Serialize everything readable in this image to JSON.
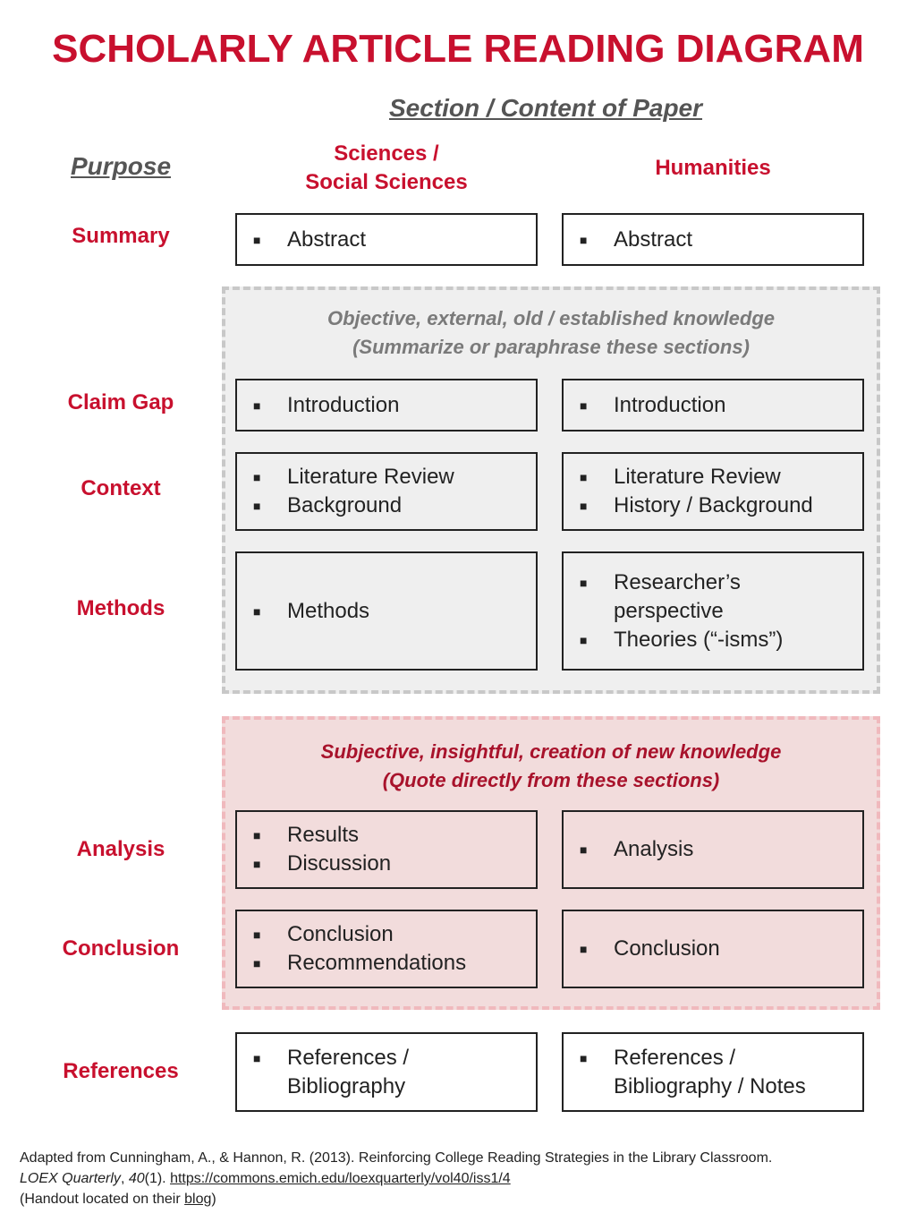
{
  "title": "SCHOLARLY ARTICLE READING DIAGRAM",
  "section_heading": "Section / Content of Paper",
  "purpose_heading": "Purpose",
  "columns": {
    "sciences_line1": "Sciences /",
    "sciences_line2": "Social Sciences",
    "humanities": "Humanities"
  },
  "regions": {
    "objective_line1": "Objective, external, old / established knowledge",
    "objective_line2": "(Summarize or paraphrase these sections)",
    "subjective_line1": "Subjective, insightful, creation of new knowledge",
    "subjective_line2": "(Quote directly from these sections)"
  },
  "bullet_glyph": "■",
  "rows": {
    "summary": {
      "purpose": "Summary",
      "left": [
        "Abstract"
      ],
      "right": [
        "Abstract"
      ]
    },
    "claim_gap": {
      "purpose": "Claim Gap",
      "left": [
        "Introduction"
      ],
      "right": [
        "Introduction"
      ]
    },
    "context": {
      "purpose": "Context",
      "left": [
        "Literature Review",
        "Background"
      ],
      "right": [
        "Literature Review",
        "History / Background"
      ]
    },
    "methods": {
      "purpose": "Methods",
      "left": [
        "Methods"
      ],
      "right": [
        "Researcher’s perspective",
        "Theories (“-isms”)"
      ]
    },
    "analysis": {
      "purpose": "Analysis",
      "left": [
        "Results",
        "Discussion"
      ],
      "right": [
        "Analysis"
      ]
    },
    "conclusion": {
      "purpose": "Conclusion",
      "left": [
        "Conclusion",
        "Recommendations"
      ],
      "right": [
        "Conclusion"
      ]
    },
    "references": {
      "purpose": "References",
      "left": [
        "References / Bibliography"
      ],
      "right": [
        "References / Bibliography / Notes"
      ]
    }
  },
  "footer": {
    "line1": "Adapted from Cunningham, A., & Hannon, R. (2013). Reinforcing College Reading Strategies in the Library Classroom.",
    "journal": "LOEX Quarterly",
    "sep1": ", ",
    "volume": "40",
    "issue": "(1). ",
    "url": "https://commons.emich.edu/loexquarterly/vol40/iss1/4",
    "line3_pre": "(Handout located on their ",
    "blog": "blog",
    "line3_post": ")"
  },
  "colors": {
    "accent_red": "#c8102e",
    "objective_bg": "#efefef",
    "subjective_bg": "#f2dcdc"
  }
}
